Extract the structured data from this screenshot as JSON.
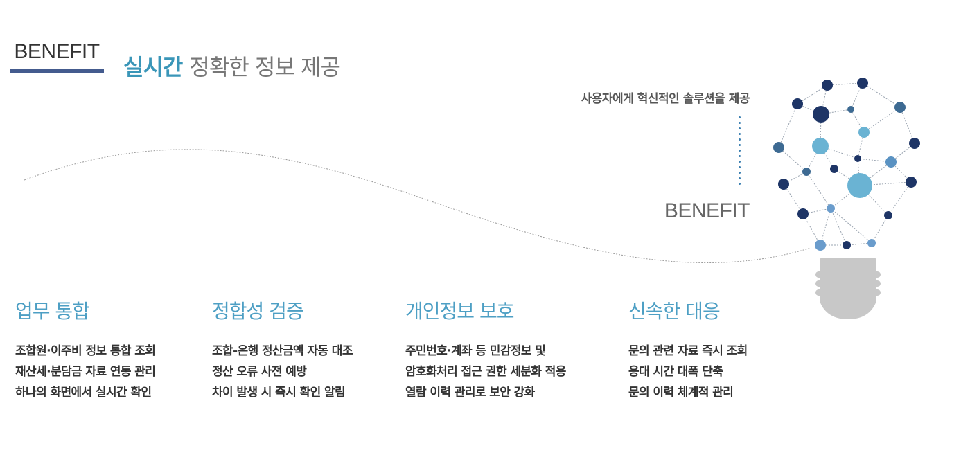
{
  "section_tag": "BENEFIT",
  "headline": {
    "accent": "실시간",
    "rest": "정확한 정보 제공"
  },
  "tagline": "사용자에게 혁신적인 솔루션을 제공",
  "benefit_label": "BENEFIT",
  "benefits": [
    {
      "title": "업무 통합",
      "lines": [
        "조합원·이주비 정보 통합 조회",
        "재산세·분담금 자료 연동 관리",
        "하나의 화면에서 실시간 확인"
      ]
    },
    {
      "title": "정합성 검증",
      "lines": [
        "조합-은행 정산금액 자동 대조",
        "정산 오류 사전 예방",
        "차이 발생 시 즉시 확인 알림"
      ]
    },
    {
      "title": "개인정보 보호",
      "lines": [
        "주민번호·계좌 등 민감정보 및",
        "암호화처리 접근 권한 세분화 적용",
        "열람 이력 관리로 보안 강화"
      ]
    },
    {
      "title": "신속한 대응",
      "lines": [
        "문의 관련 자료 즉시 조회",
        "응대 시간 대폭 단축",
        "문의 이력 체계적 관리"
      ]
    }
  ],
  "colors": {
    "accent": "#3a96b8",
    "title_blue": "#4d9fc4",
    "underline": "#445b8e",
    "node_dark": "#1e3566",
    "node_light": "#6ab3d3",
    "bulb_base": "#c8c8c8"
  },
  "icons": [
    "lightbulb-network-icon"
  ]
}
